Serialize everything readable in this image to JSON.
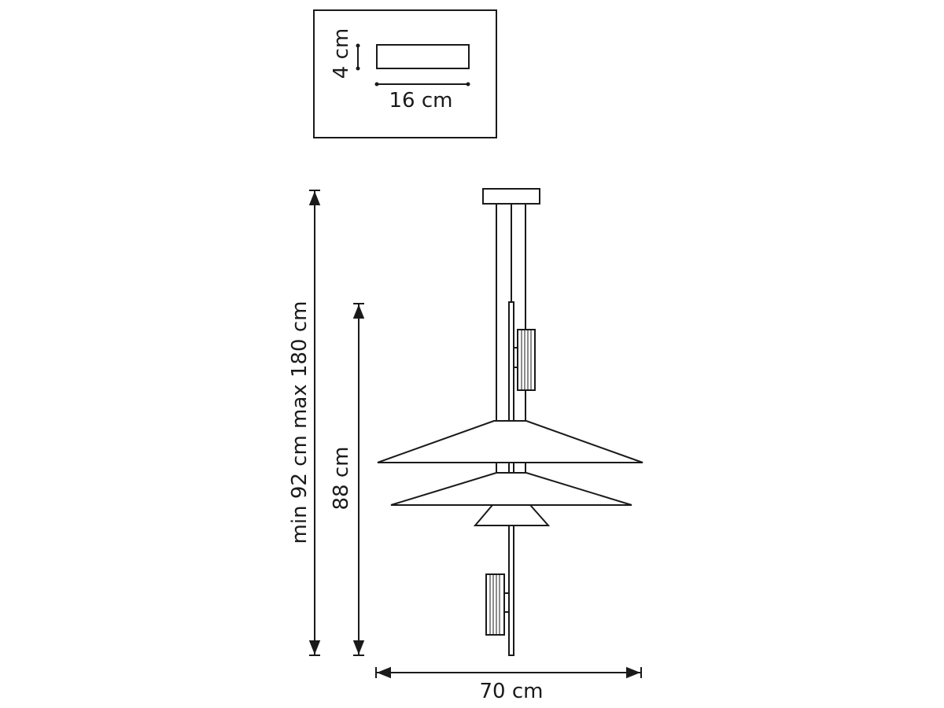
{
  "canopy_box": {
    "height_label": "4 cm",
    "width_label": "16 cm"
  },
  "dimensions": {
    "total_height_label": "min 92 cm max 180 cm",
    "body_height_label": "88 cm",
    "width_label": "70 cm"
  }
}
